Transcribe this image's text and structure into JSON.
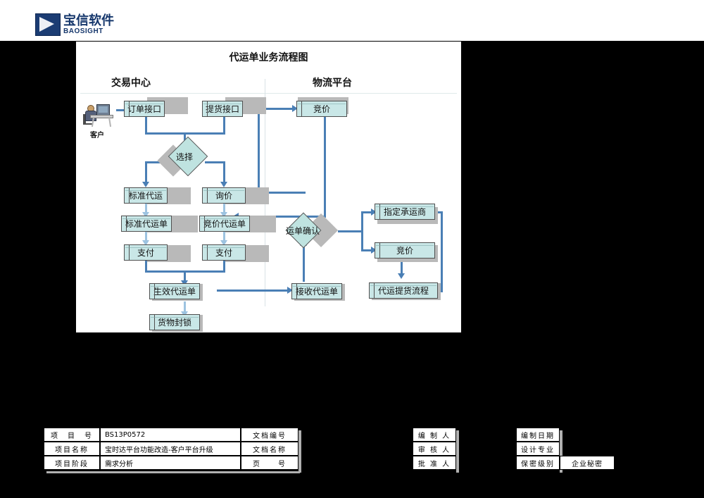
{
  "logo": {
    "cn": "宝信软件",
    "en": "BAOSIGHT",
    "mark_color": "#1b3c73"
  },
  "diagram": {
    "title": "代运单业务流程图",
    "lanes": [
      {
        "name": "交易中心"
      },
      {
        "name": "物流平台"
      }
    ],
    "actor": {
      "label": "客户",
      "icon": "customer-workstation-icon"
    },
    "node_fill": "#c9e7e7",
    "connector_color": "#4a7fb5",
    "nodes": [
      {
        "id": "order_api",
        "label": "订单接口"
      },
      {
        "id": "pickup_api",
        "label": "提货接口"
      },
      {
        "id": "choice",
        "label": "选择",
        "shape": "diamond"
      },
      {
        "id": "standard",
        "label": "标准代运"
      },
      {
        "id": "inquiry",
        "label": "询价"
      },
      {
        "id": "bidding_top",
        "label": "竞价"
      },
      {
        "id": "standard_order",
        "label": "标准代运单"
      },
      {
        "id": "bid_order",
        "label": "竞价代运单"
      },
      {
        "id": "pay_left",
        "label": "支付"
      },
      {
        "id": "pay_right",
        "label": "支付"
      },
      {
        "id": "effective",
        "label": "生效代运单"
      },
      {
        "id": "goods_lock",
        "label": "货物封锁"
      },
      {
        "id": "receive",
        "label": "接收代运单"
      },
      {
        "id": "confirm",
        "label": "运单确认",
        "shape": "diamond"
      },
      {
        "id": "assign_carrier",
        "label": "指定承运商"
      },
      {
        "id": "bidding_right",
        "label": "竞价"
      },
      {
        "id": "pickup_flow",
        "label": "代运提货流程"
      }
    ]
  },
  "meta": {
    "rows": [
      {
        "label": "项　目　号",
        "value": "BS13P0572",
        "label2": "文档编号",
        "value2": ""
      },
      {
        "label": "项目名称",
        "value": "宝时达平台功能改造-客户平台升级",
        "label2": "文档名称",
        "value2": ""
      },
      {
        "label": "项目阶段",
        "value": "需求分析",
        "label2": "页　　号",
        "value2": ""
      }
    ],
    "people": [
      {
        "label": "编 制 人",
        "value": ""
      },
      {
        "label": "审 核 人",
        "value": ""
      },
      {
        "label": "批 准 人",
        "value": ""
      }
    ],
    "doc": [
      {
        "label": "编制日期",
        "value": ""
      },
      {
        "label": "设计专业",
        "value": ""
      },
      {
        "label": "保密级别",
        "value": "企业秘密"
      }
    ]
  }
}
